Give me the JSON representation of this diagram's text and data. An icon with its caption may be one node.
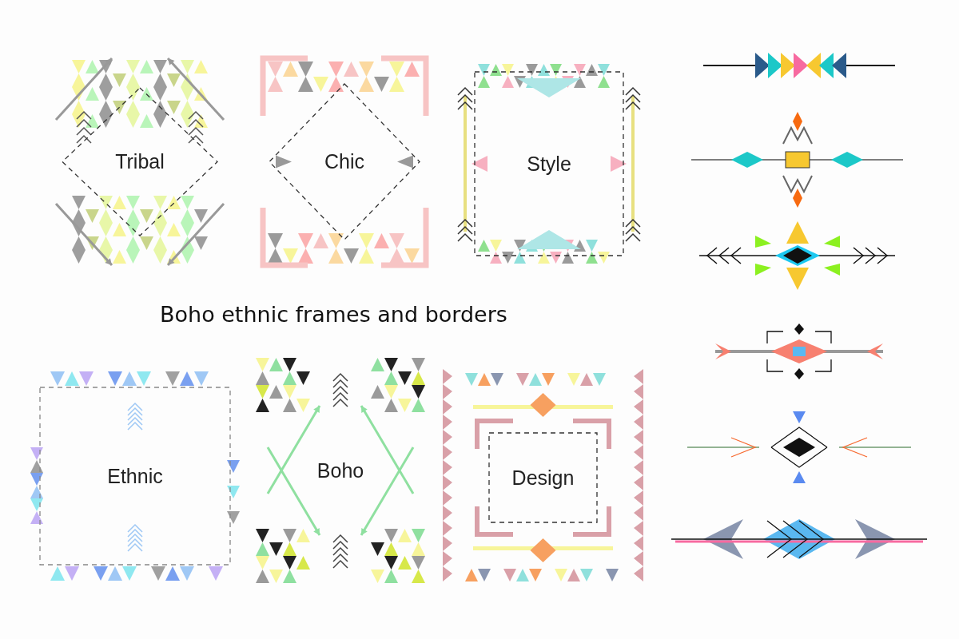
{
  "diagram": {
    "title": "Boho ethnic frames and borders",
    "nodes": [
      {
        "text": [
          "Tribal"
        ]
      },
      {
        "text": [
          "Chic"
        ]
      },
      {
        "text": [
          "Style"
        ]
      },
      {
        "text": [
          "Ethnic"
        ]
      },
      {
        "text": [
          "Boho"
        ]
      },
      {
        "text": [
          "Design"
        ]
      }
    ]
  }
}
